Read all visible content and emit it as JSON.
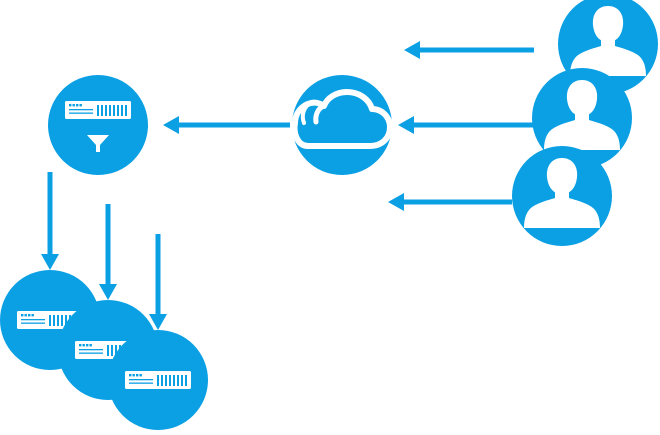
{
  "colors": {
    "accent": "#0ba0e4",
    "icon_fill": "#ffffff",
    "background": "#ffffff"
  },
  "nodes": {
    "users": [
      {
        "icon": "user-icon"
      },
      {
        "icon": "user-icon"
      },
      {
        "icon": "user-icon"
      }
    ],
    "cloud": {
      "icon": "cloud-icon"
    },
    "load_balancer": {
      "icons": [
        "server-icon",
        "funnel-icon"
      ]
    },
    "servers": [
      {
        "icon": "server-icon"
      },
      {
        "icon": "server-icon"
      },
      {
        "icon": "server-icon"
      }
    ]
  },
  "flows": [
    {
      "from": "user",
      "to": "cloud",
      "count": 3
    },
    {
      "from": "cloud",
      "to": "load_balancer",
      "count": 1
    },
    {
      "from": "load_balancer",
      "to": "server",
      "count": 3
    }
  ]
}
